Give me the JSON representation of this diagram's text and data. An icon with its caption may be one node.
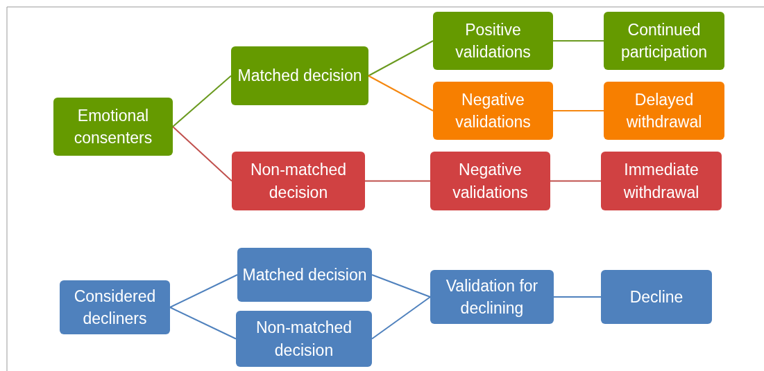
{
  "diagram": {
    "nodes": [
      {
        "text": [
          "Emotional consenters"
        ]
      },
      {
        "text": [
          "Matched decision"
        ]
      },
      {
        "text": [
          "Positive validations"
        ]
      },
      {
        "text": [
          "Continued participation"
        ]
      },
      {
        "text": [
          "Negative validations"
        ]
      },
      {
        "text": [
          "Delayed withdrawal"
        ]
      },
      {
        "text": [
          "Non-matched decision"
        ]
      },
      {
        "text": [
          "Negative validations"
        ]
      },
      {
        "text": [
          "Immediate withdrawal"
        ]
      },
      {
        "text": [
          "Considered decliners"
        ]
      },
      {
        "text": [
          "Matched decision"
        ]
      },
      {
        "text": [
          "Non-matched decision"
        ]
      },
      {
        "text": [
          "Validation for declining"
        ]
      },
      {
        "text": [
          "Decline"
        ]
      }
    ],
    "edges": [
      {
        "from": 0,
        "to": 1,
        "arrow": "none",
        "color": "#6a9a1f"
      },
      {
        "from": 0,
        "to": 6,
        "arrow": "none",
        "color": "#c0504d"
      },
      {
        "from": 1,
        "to": 2,
        "arrow": "none",
        "color": "#6a9a1f"
      },
      {
        "from": 1,
        "to": 4,
        "arrow": "none",
        "color": "#f5870f"
      },
      {
        "from": 2,
        "to": 3,
        "arrow": "none",
        "color": "#6a9a1f"
      },
      {
        "from": 4,
        "to": 5,
        "arrow": "none",
        "color": "#f5870f"
      },
      {
        "from": 6,
        "to": 7,
        "arrow": "none",
        "color": "#c0504d"
      },
      {
        "from": 7,
        "to": 8,
        "arrow": "none",
        "color": "#c0504d"
      },
      {
        "from": 9,
        "to": 10,
        "arrow": "none"
      },
      {
        "from": 9,
        "to": 11,
        "arrow": "none"
      },
      {
        "from": 10,
        "to": 12,
        "arrow": "none"
      },
      {
        "from": 11,
        "to": 12,
        "arrow": "none"
      },
      {
        "from": 12,
        "to": 13,
        "arrow": "none"
      }
    ]
  }
}
